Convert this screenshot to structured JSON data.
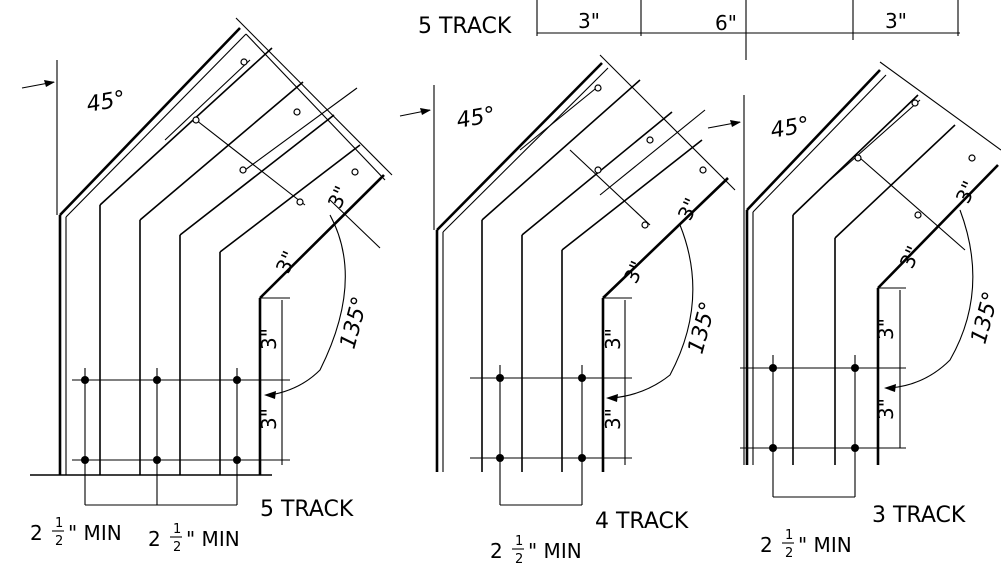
{
  "header": {
    "label": "5 TRACK",
    "dims": [
      "3\"",
      "6\"",
      "3\""
    ]
  },
  "diagrams": [
    {
      "name": "5 TRACK",
      "angle_top": "45°",
      "angle_bend": "135°",
      "dim_diag": "3\"",
      "dim_corner": "3\"",
      "dim_v1": "3\"",
      "dim_v2": "3\"",
      "min_labels": [
        {
          "whole": "2",
          "num": "1",
          "den": "2",
          "suffix": "\" MIN"
        },
        {
          "whole": "2",
          "num": "1",
          "den": "2",
          "suffix": "\" MIN"
        }
      ]
    },
    {
      "name": "4 TRACK",
      "angle_top": "45°",
      "angle_bend": "135°",
      "dim_diag": "3\"",
      "dim_corner": "3\"",
      "dim_v1": "3\"",
      "dim_v2": "3\"",
      "min_labels": [
        {
          "whole": "2",
          "num": "1",
          "den": "2",
          "suffix": "\" MIN"
        }
      ]
    },
    {
      "name": "3 TRACK",
      "angle_top": "45°",
      "angle_bend": "135°",
      "dim_diag": "3\"",
      "dim_corner": "3\"",
      "dim_v1": "3\"",
      "dim_v2": "3\"",
      "min_labels": [
        {
          "whole": "2",
          "num": "1",
          "den": "2",
          "suffix": "\" MIN"
        }
      ]
    }
  ]
}
